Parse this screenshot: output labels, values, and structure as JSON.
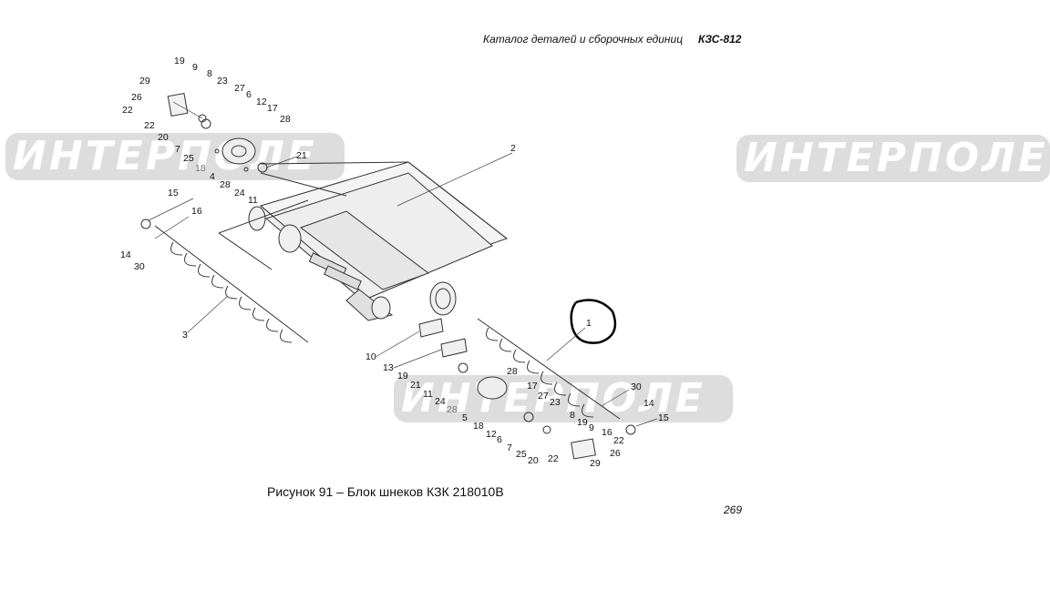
{
  "header": {
    "catalog_title": "Каталог деталей и сборочных единиц",
    "model": "КЗС-812"
  },
  "watermark": {
    "text": "ИНТЕРПОЛЕ"
  },
  "figure": {
    "caption": "Рисунок 91 – Блок шнеков КЗК 218010В",
    "callouts": [
      {
        "n": "19"
      },
      {
        "n": "9"
      },
      {
        "n": "29"
      },
      {
        "n": "8"
      },
      {
        "n": "26"
      },
      {
        "n": "23"
      },
      {
        "n": "22"
      },
      {
        "n": "27"
      },
      {
        "n": "6"
      },
      {
        "n": "12"
      },
      {
        "n": "22"
      },
      {
        "n": "17"
      },
      {
        "n": "28"
      },
      {
        "n": "20"
      },
      {
        "n": "7"
      },
      {
        "n": "25"
      },
      {
        "n": "18"
      },
      {
        "n": "4"
      },
      {
        "n": "21"
      },
      {
        "n": "28"
      },
      {
        "n": "24"
      },
      {
        "n": "11"
      },
      {
        "n": "2"
      },
      {
        "n": "15"
      },
      {
        "n": "16"
      },
      {
        "n": "14"
      },
      {
        "n": "30"
      },
      {
        "n": "3"
      },
      {
        "n": "1"
      },
      {
        "n": "10"
      },
      {
        "n": "13"
      },
      {
        "n": "19"
      },
      {
        "n": "21"
      },
      {
        "n": "11"
      },
      {
        "n": "24"
      },
      {
        "n": "28"
      },
      {
        "n": "28"
      },
      {
        "n": "17"
      },
      {
        "n": "27"
      },
      {
        "n": "23"
      },
      {
        "n": "5"
      },
      {
        "n": "18"
      },
      {
        "n": "12"
      },
      {
        "n": "6"
      },
      {
        "n": "7"
      },
      {
        "n": "25"
      },
      {
        "n": "20"
      },
      {
        "n": "22"
      },
      {
        "n": "8"
      },
      {
        "n": "19"
      },
      {
        "n": "9"
      },
      {
        "n": "30"
      },
      {
        "n": "14"
      },
      {
        "n": "15"
      },
      {
        "n": "16"
      },
      {
        "n": "22"
      },
      {
        "n": "26"
      },
      {
        "n": "29"
      }
    ]
  },
  "page_number": "269"
}
